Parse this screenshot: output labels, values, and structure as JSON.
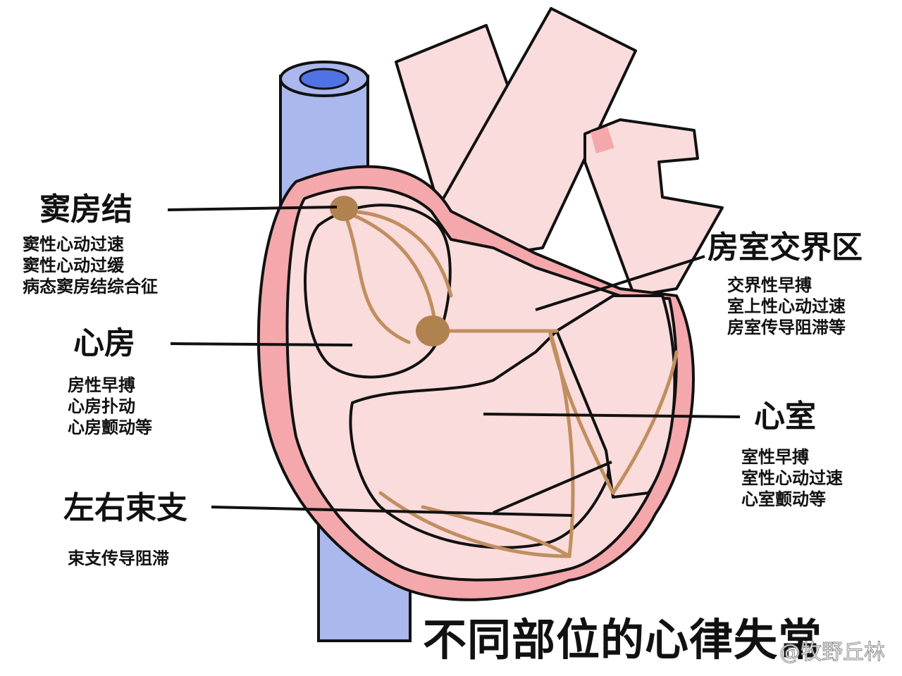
{
  "diagram": {
    "title": "不同部位的心律失常",
    "watermark": "@牧野丘林",
    "sections": {
      "sinus_node": {
        "label": "窦房结",
        "items": [
          "窦性心动过速",
          "窦性心动过缓",
          "病态窦房结综合征"
        ]
      },
      "atrium": {
        "label": "心房",
        "items": [
          "房性早搏",
          "心房扑动",
          "心房颤动等"
        ]
      },
      "bundle_branch": {
        "label": "左右束支",
        "items": [
          "束支传导阻滞"
        ]
      },
      "av_junction": {
        "label": "房室交界区",
        "items": [
          "交界性早搏",
          "室上性心动过速",
          "房室传导阻滞等"
        ]
      },
      "ventricle": {
        "label": "心室",
        "items": [
          "室性早搏",
          "室性心动过速",
          "心室颤动等"
        ]
      }
    }
  },
  "colors": {
    "outline": "#111111",
    "vein": "#aab8ee",
    "vein_lumen": "#4f73e3",
    "wall": "#f4a8ab",
    "chamber": "#fbdcdc",
    "conduction": "#c08e60",
    "node": "#b0824f"
  }
}
